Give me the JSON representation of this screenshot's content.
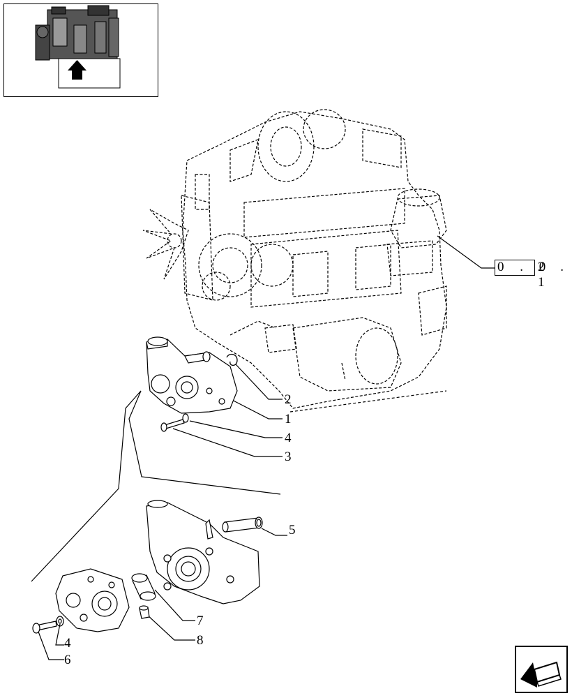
{
  "callouts": {
    "c1": "1",
    "c2": "2",
    "c3": "3",
    "c4a": "4",
    "c4b": "4",
    "c5": "5",
    "c6": "6",
    "c7": "7",
    "c8": "8"
  },
  "reference": {
    "boxed": "0 . 0",
    "rest": "2 . 1"
  },
  "icons": {
    "thumbnail": "engine-thumbnail-icon",
    "navigation": "next-page-arrow-icon"
  },
  "colors": {
    "ink": "#000000",
    "background": "#ffffff"
  }
}
